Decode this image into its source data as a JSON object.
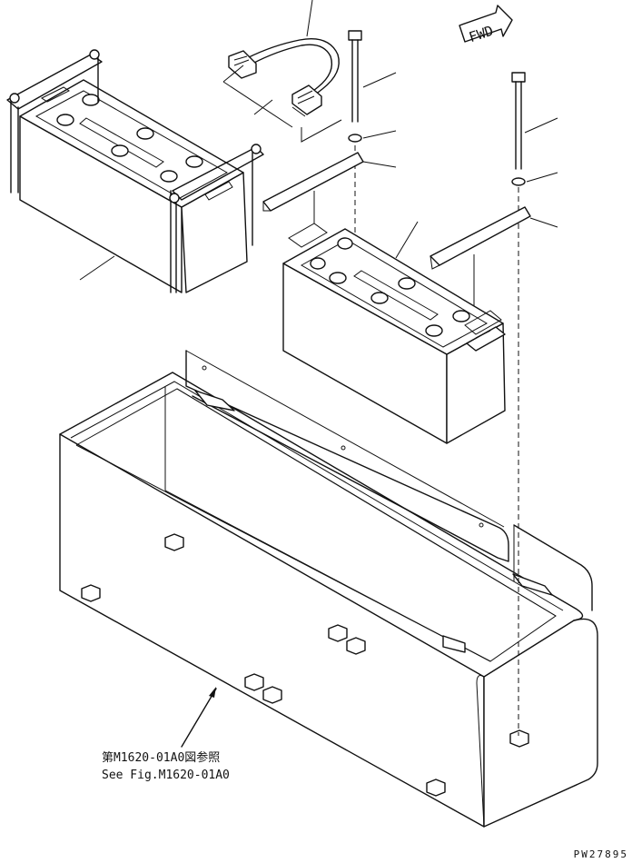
{
  "direction_label": "FWD",
  "reference": {
    "line_jp": "第M1620-01A0図参照",
    "line_en": "See Fig.M1620-01A0"
  },
  "drawing_code": "PW27895"
}
